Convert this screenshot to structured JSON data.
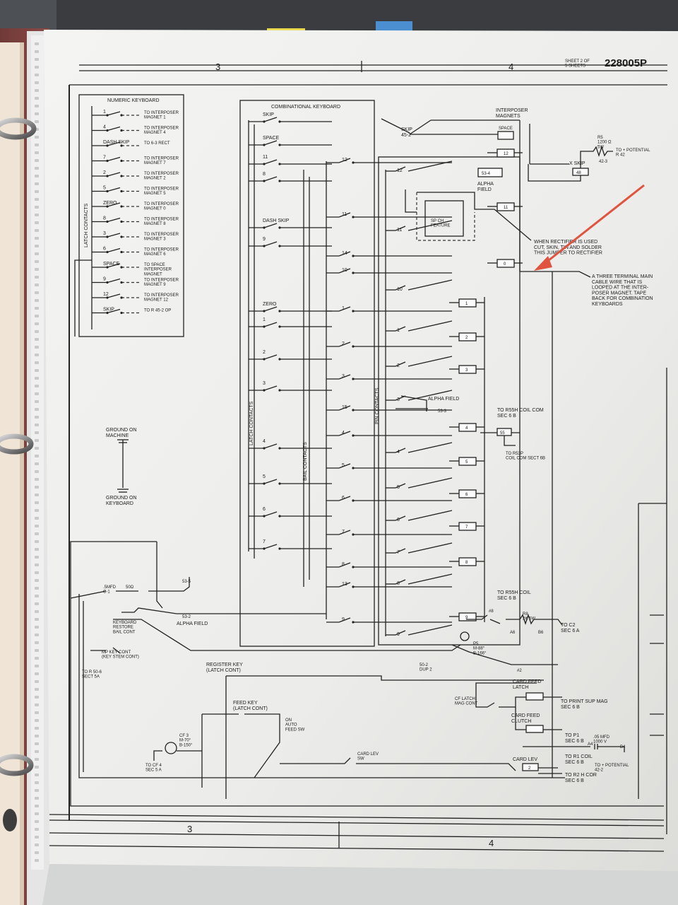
{
  "sheet": {
    "sheet_of": "SHEET 2 OF\n5 SHEETS",
    "drawing_number": "228005P",
    "zone_top_left": "3",
    "zone_top_right": "4",
    "zone_bottom_left": "3",
    "zone_bottom_right": "4"
  },
  "numeric_keyboard": {
    "title": "NUMERIC KEYBOARD",
    "side_label": "LATCH CONTACTS",
    "rows": [
      {
        "key": "1",
        "dest": "TO INTERPOSER\nMAGNET 1"
      },
      {
        "key": "4",
        "dest": "TO INTERPOSER\nMAGNET 4"
      },
      {
        "key": "DASH SKIP",
        "dest": "TO 6-3 RECT"
      },
      {
        "key": "7",
        "dest": "TO INTERPOSER\nMAGNET 7"
      },
      {
        "key": "2",
        "dest": "TO INTERPOSER\nMAGNET 2"
      },
      {
        "key": "5",
        "dest": "TO INTERPOSER\nMAGNET 5"
      },
      {
        "key": "ZERO",
        "dest": "TO INTERPOSER\nMAGNET 0"
      },
      {
        "key": "8",
        "dest": "TO INTERPOSER\nMAGNET 8"
      },
      {
        "key": "3",
        "dest": "TO INTERPOSER\nMAGNET 3"
      },
      {
        "key": "6",
        "dest": "TO INTERPOSER\nMAGNET 6"
      },
      {
        "key": "SPACE",
        "dest": "TO SPACE\nINTERPOSER\nMAGNET"
      },
      {
        "key": "9",
        "dest": "TO INTERPOSER\nMAGNET 9"
      },
      {
        "key": "12",
        "dest": "TO INTERPOSER\nMAGNET 12"
      },
      {
        "key": "SKIP",
        "dest": "TO R 45-2 OP"
      }
    ]
  },
  "combinational_keyboard": {
    "title": "COMBINATIONAL KEYBOARD",
    "keys_top": [
      "SKIP",
      "SPACE",
      "11",
      "8",
      "DASH SKIP",
      "9",
      "ZERO",
      "1",
      "2",
      "3",
      "4",
      "5",
      "6",
      "7"
    ],
    "mid_keys": [
      "12",
      "11",
      "14",
      "10",
      "1",
      "2",
      "3",
      "15",
      "4",
      "5",
      "6",
      "7",
      "8",
      "13",
      "9"
    ],
    "latch_label": "LATCH CONTACTS",
    "bail_label": "BAIL CONTACTS",
    "pin_label": "PIN CONTACTS",
    "pin_keys": [
      "12",
      "11",
      "10",
      "1",
      "2",
      "3",
      "4",
      "5",
      "6",
      "7",
      "8",
      "9"
    ],
    "bottom_key": "9"
  },
  "interposer": {
    "title": "INTERPOSER\nMAGNETS",
    "skip_label": "SKIP\n45-2",
    "space_coil": "SPACE",
    "magnets": [
      "12",
      "11",
      "0",
      "1",
      "2",
      "3",
      "4",
      "5",
      "6",
      "7",
      "8",
      "9"
    ],
    "alpha_field_top": "ALPHA\nFIELD",
    "relay_53_4": "53-4",
    "sp_ch_feature": "SP   CH\nFEATURE",
    "alpha_field_mid": "ALPHA FIELD",
    "relay_53_3": "53-3",
    "x_skip": "X SKIP",
    "x_skip_coil": "48",
    "r5": "R5\n1200 Ω\n5W",
    "r5_ref": "42-3",
    "to_potential_r42": "TO + POTENTIAL\nR 42",
    "coil_55": "55",
    "to_r55h_coil_com": "TO R55H COIL COM\nSEC 6 B",
    "to_r53p": "TO R53P\nCOIL COM SECT 6B",
    "to_r55h_coil": "TO R55H COIL\nSEC 6 B",
    "r8": "R8\n2K 5W",
    "a6": "A6",
    "b6": "B6",
    "to_c2": "TO C2\nSEC 6 A",
    "p5": "P5\nM-88°\nB-166°",
    "ref_8": "#8",
    "ref_2": "#2",
    "dup": "50-2\nDUP 2"
  },
  "notes": {
    "rectifier": "WHEN RECTIFIER IS USED\nCUT, SKIN, TIN AND SOLDER\nTHIS JUMPER TO RECTIFIER",
    "main_cable": "A THREE TERMINAL MAIN\nCABLE WIRE THAT IS\nLOOPED AT THE INTER-\nPOSER MAGNET. TAPE\nBACK FOR COMBINATION\nKEYBOARDS"
  },
  "ground": {
    "machine": "GROUND ON\nMACHINE",
    "keyboard": "GROUND ON\nKEYBOARD"
  },
  "lower_section": {
    "capacitor": ".5MFD\nC-1",
    "resistor": "50Ω",
    "relay_53_5": "53-5",
    "relay_53_2": "53-2",
    "alpha_field": "ALPHA FIELD",
    "keyboard_restore": "KEYBOARD\nRESTORE\nBAIL CONT",
    "mp_key_cont": "MP KEY CONT\n(KEY STEM CONT)",
    "to_r50_6": "TO R 50-6\nSECT 5A",
    "register_key": "REGISTER KEY\n(LATCH CONT)",
    "feed_key": "FEED KEY\n(LATCH CONT)",
    "on_auto_feed": "ON\nAUTO\nFEED SW",
    "cf3": "CF 3\nM-70°\nB-150°",
    "to_cf4": "TO CF 4\nSEC 5 A",
    "card_lev_sw": "CARD LEV\nSW",
    "cf_latch_mag": "CF LATCH\nMAG CONT",
    "card_feed_latch": "CARD FEED\nLATCH",
    "card_feed_clutch": "CARD FEED\nCLUTCH",
    "card_lev": "CARD LEV",
    "card_lev_coil": "2",
    "to_print_sup": "TO PRINT SUP MAG\nSEC 6 B",
    "to_p1": "TO P1\nSEC 6 B",
    "cap_05": ".05 MFD\n1000 V",
    "a4": "A4",
    "b4": "B4",
    "to_r1_coil": "TO R1 COIL\nSEC 6 B",
    "to_potential_42_2": "TO + POTENTIAL\n42-2",
    "to_r2_h_cor": "TO R2 H COR\nSEC 6 B"
  },
  "annotation": {
    "arrow_color": "#e0533f"
  }
}
